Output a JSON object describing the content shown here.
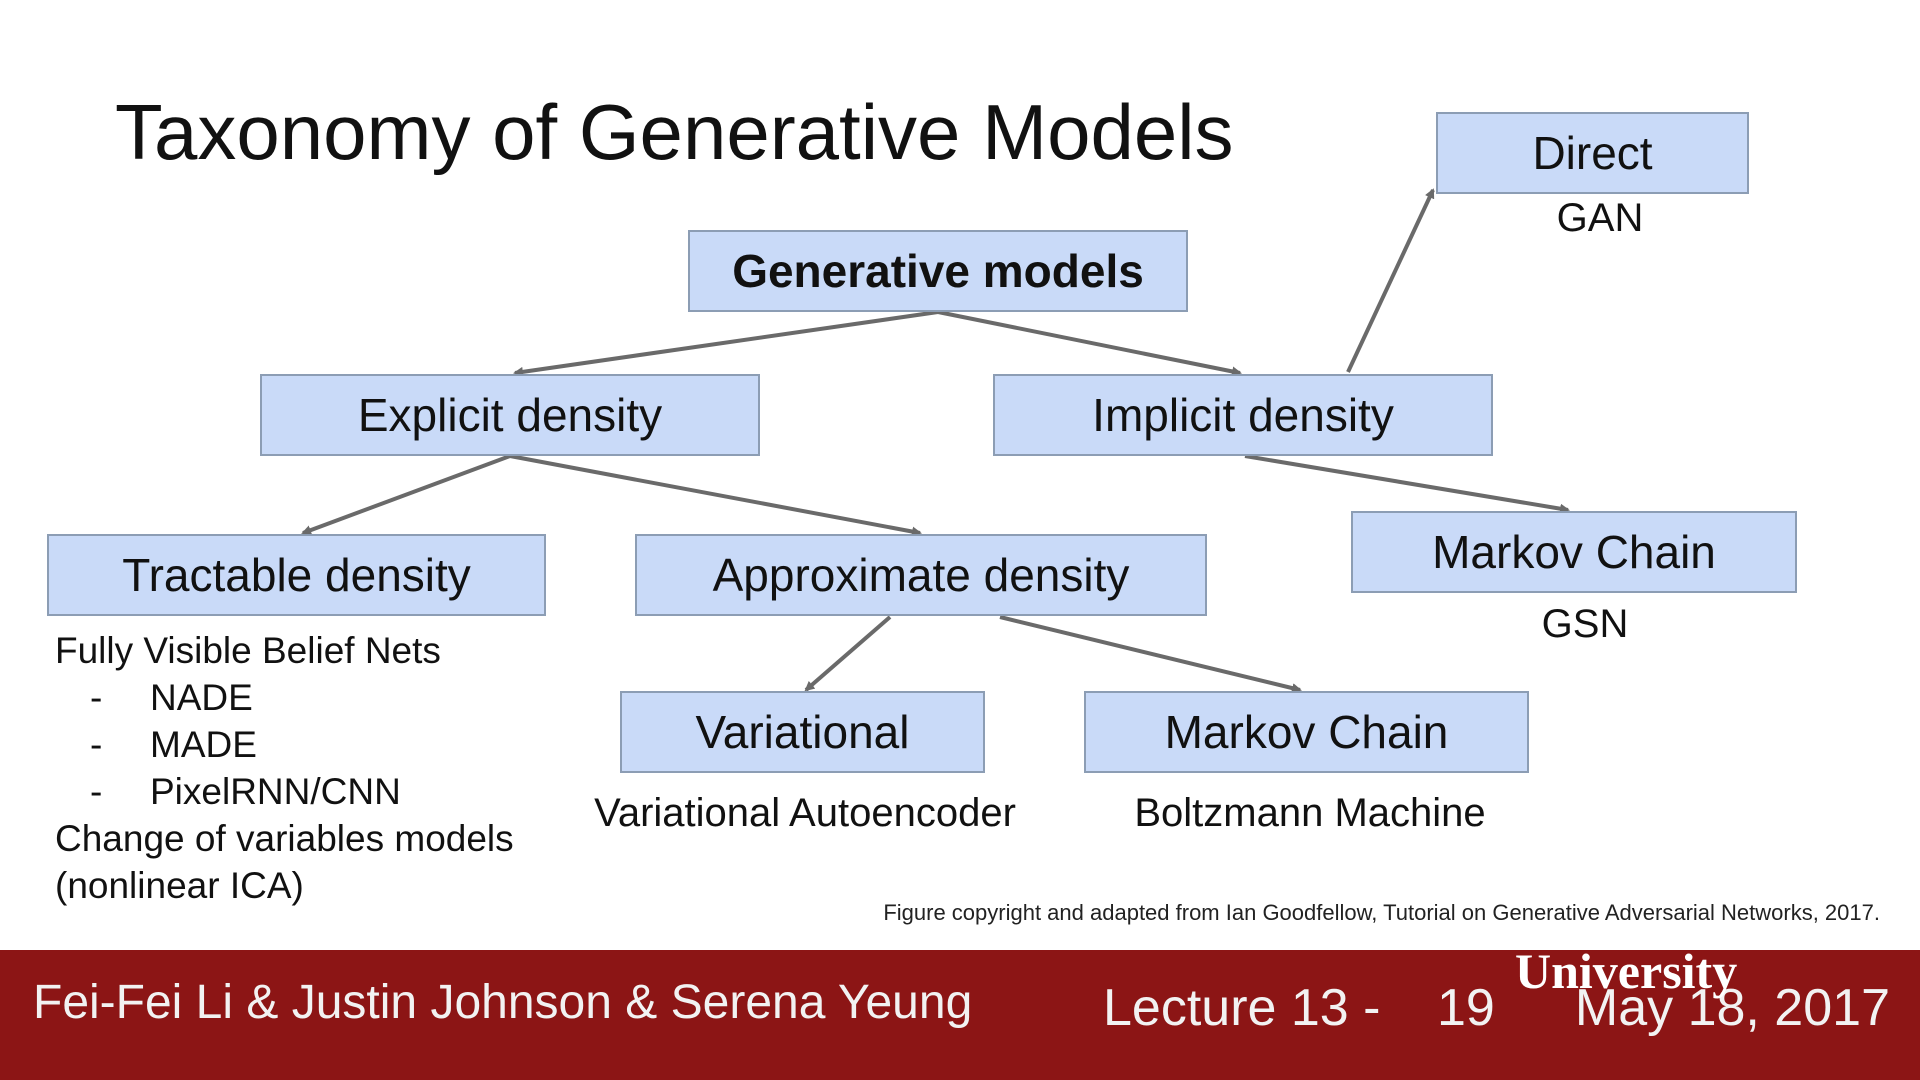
{
  "slide": {
    "title": "Taxonomy of Generative Models",
    "credit": "Figure copyright and adapted from Ian Goodfellow, Tutorial on Generative Adversarial Networks, 2017."
  },
  "nodes": {
    "generative_models": "Generative models",
    "explicit_density": "Explicit density",
    "implicit_density": "Implicit density",
    "direct": "Direct",
    "tractable_density": "Tractable density",
    "approximate_density": "Approximate density",
    "markov_chain_implicit": "Markov Chain",
    "variational": "Variational",
    "markov_chain_approx": "Markov Chain"
  },
  "captions": {
    "direct": "GAN",
    "markov_chain_implicit": "GSN",
    "variational": "Variational Autoencoder",
    "markov_chain_approx": "Boltzmann Machine"
  },
  "tractable_examples": {
    "heading": "Fully Visible Belief Nets",
    "items": [
      "NADE",
      "MADE",
      "PixelRNN/CNN"
    ],
    "dash": "-",
    "extra_line1": "Change of variables models",
    "extra_line2": "(nonlinear ICA)"
  },
  "footer": {
    "authors": "Fei-Fei Li & Justin Johnson & Serena Yeung",
    "lecture": "Lecture 13 -",
    "slide_number": "19",
    "date": "May 18, 2017",
    "watermark": "University"
  },
  "colors": {
    "node_fill": "#c9daf8",
    "node_border": "#8c9db4",
    "edge": "#6a6a6a",
    "footer": "#8c1515"
  }
}
